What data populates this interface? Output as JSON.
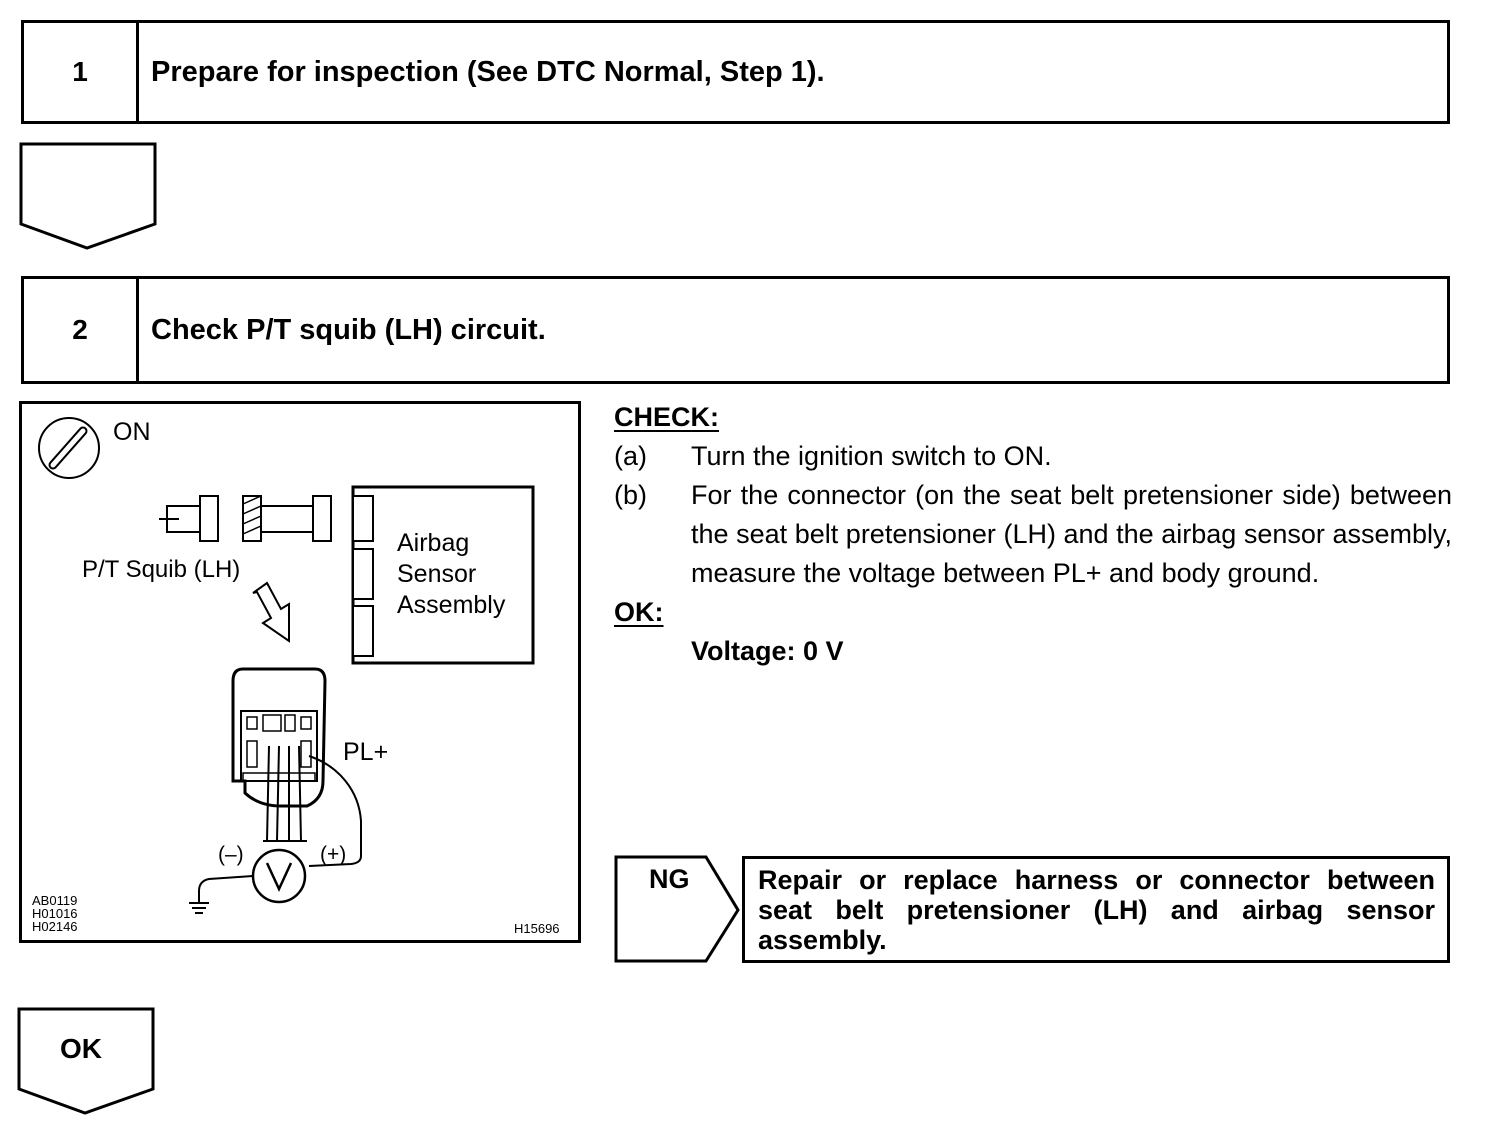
{
  "steps": [
    {
      "number": "1",
      "title": "Prepare for inspection (See DTC Normal, Step 1)."
    },
    {
      "number": "2",
      "title": "Check P/T squib (LH) circuit."
    }
  ],
  "illustration": {
    "ignition_label": "ON",
    "squib_label": "P/T Squib (LH)",
    "sensor_label_lines": [
      "Airbag",
      "Sensor",
      "Assembly"
    ],
    "terminal_label": "PL+",
    "minus_label": "(–)",
    "plus_label": "(+)",
    "meter_symbol": "V",
    "ref_codes_left": [
      "AB0119",
      "H01016",
      "H02146"
    ],
    "ref_code_right": "H15696"
  },
  "check": {
    "heading": "CHECK:",
    "items": [
      {
        "label": "(a)",
        "text": "Turn the ignition switch to ON."
      },
      {
        "label": "(b)",
        "text": "For the connector (on the seat belt pretensioner side) between the seat belt pretensioner (LH) and the airbag sensor assembly, measure the voltage between PL+ and body ground."
      }
    ]
  },
  "ok": {
    "heading": "OK:",
    "value": "Voltage: 0 V"
  },
  "ng": {
    "label": "NG",
    "action": "Repair or replace harness or connector between seat belt pretensioner (LH) and airbag sensor assembly."
  },
  "result_ok_label": "OK"
}
